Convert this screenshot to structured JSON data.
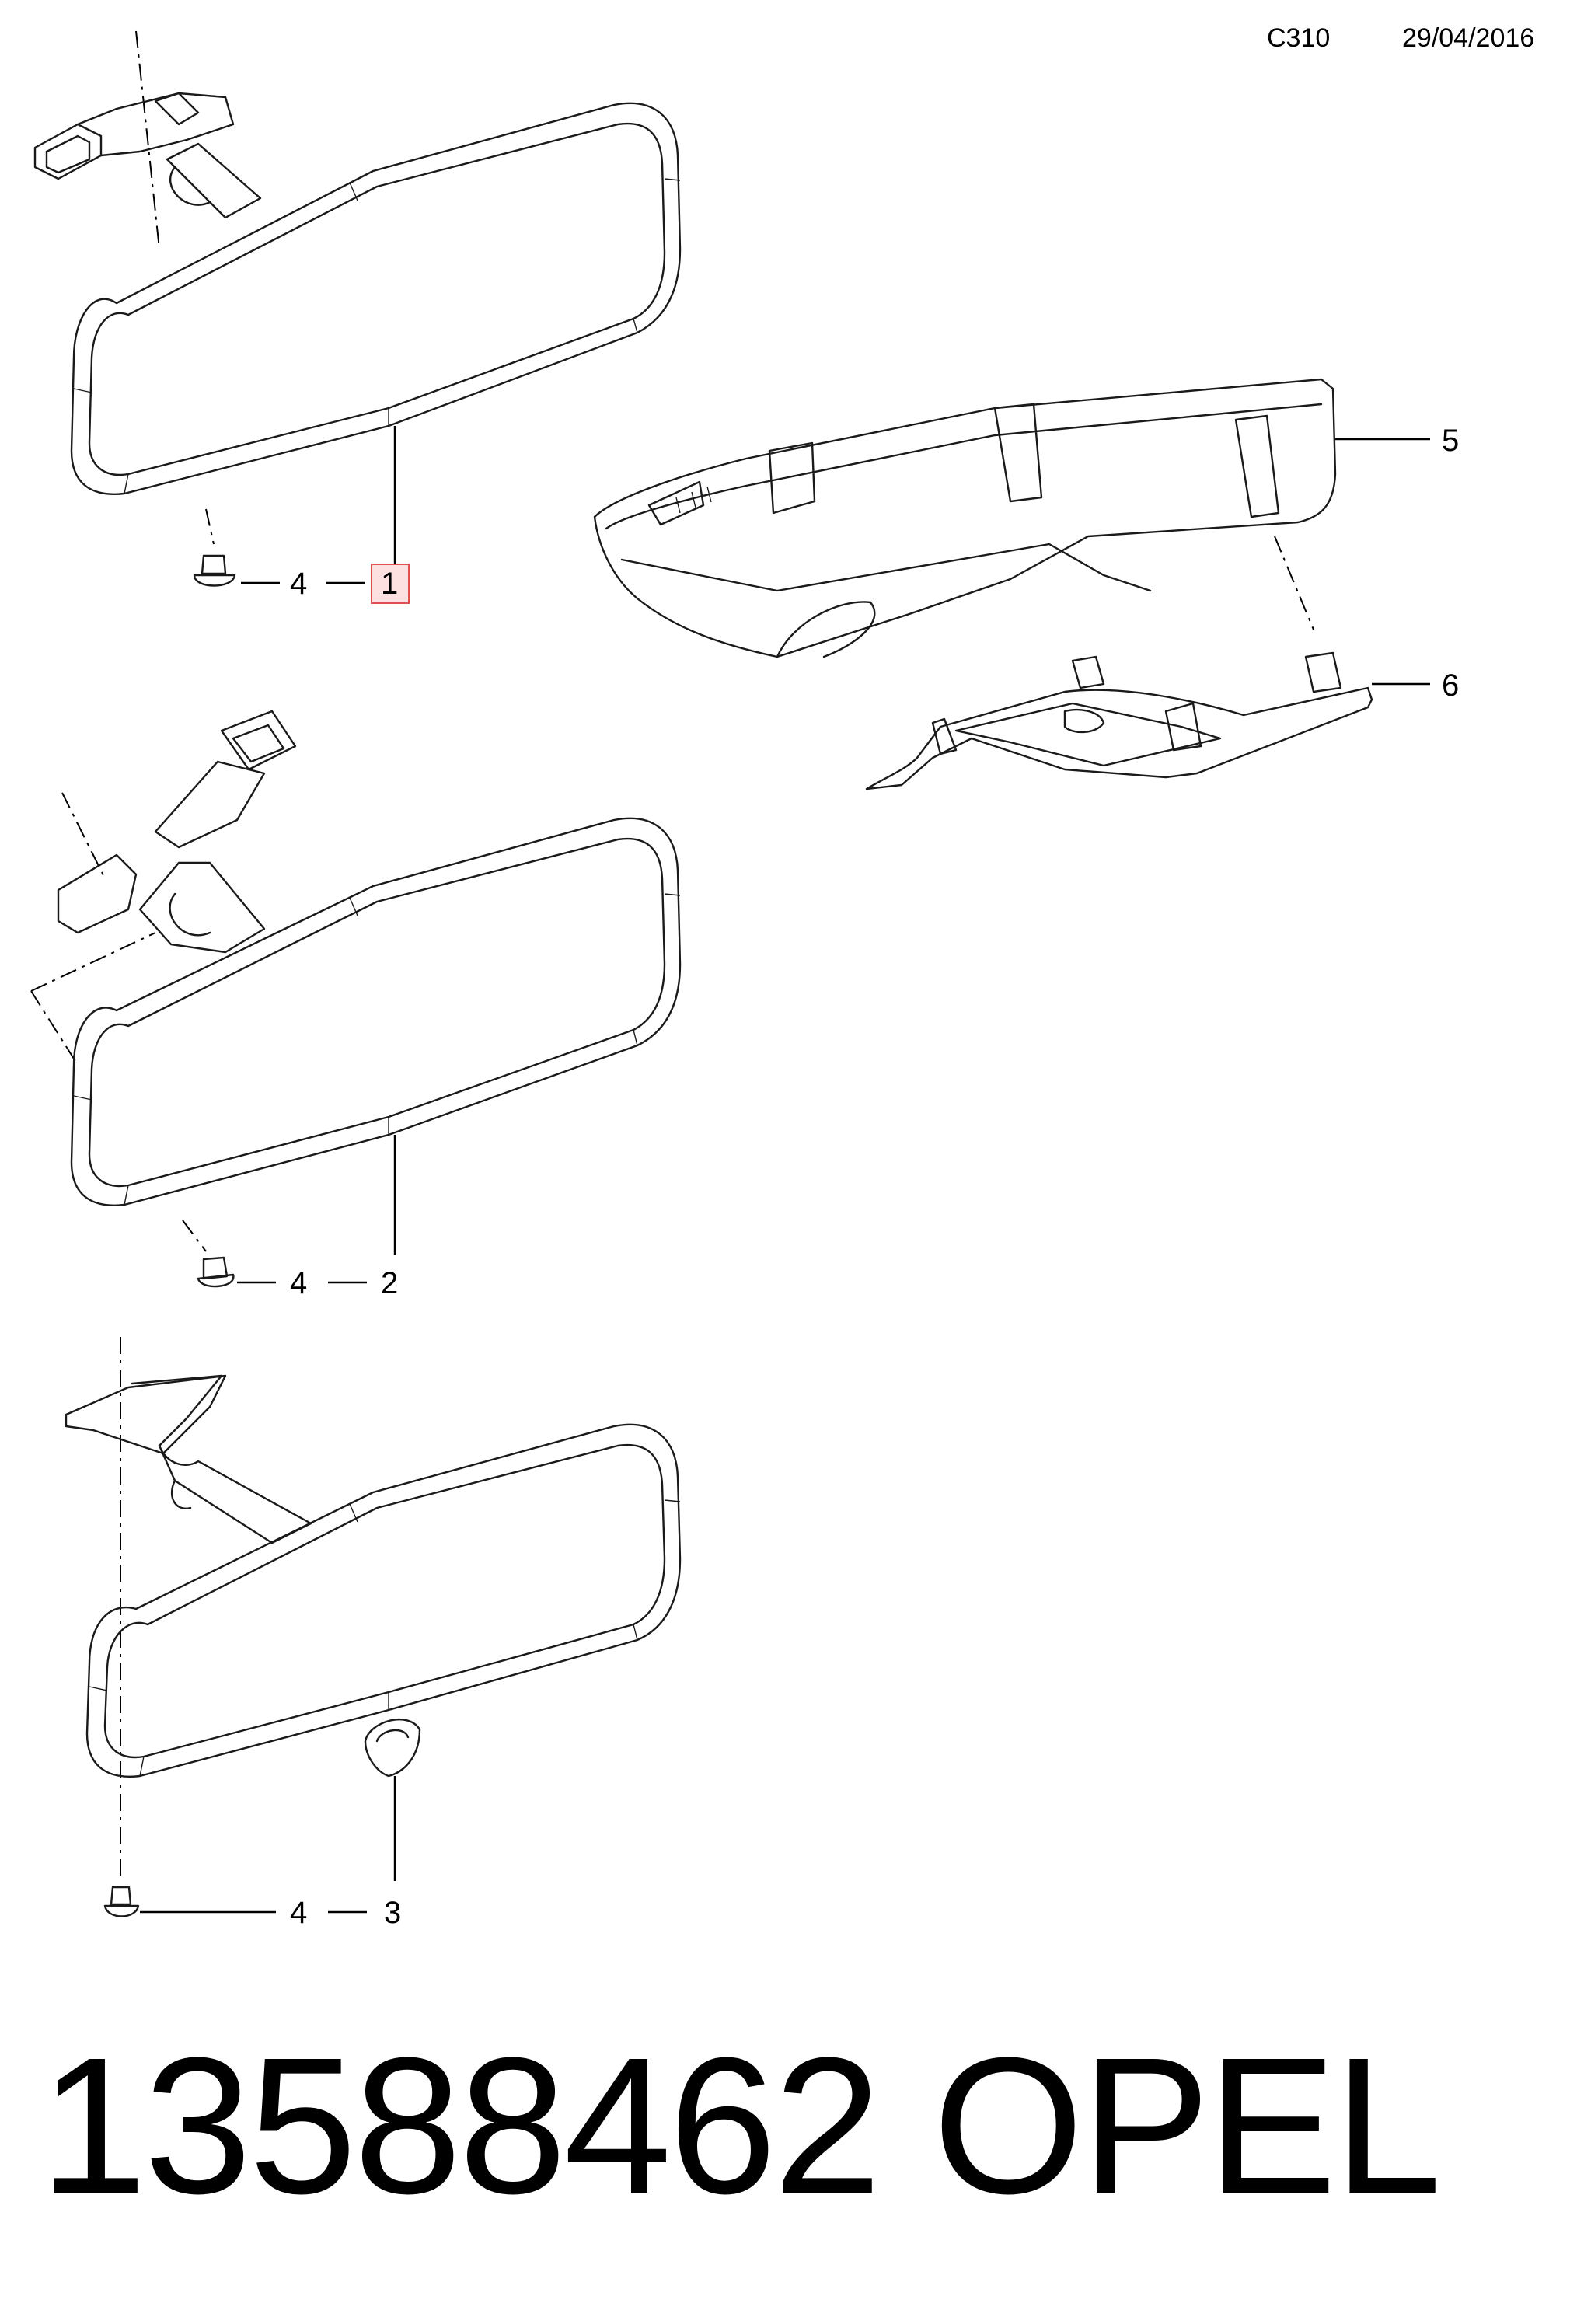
{
  "header": {
    "code": "C310",
    "date": "29/04/2016"
  },
  "callouts": {
    "c1": "1",
    "c2": "2",
    "c3": "3",
    "c4a": "4",
    "c4b": "4",
    "c4c": "4",
    "c5": "5",
    "c6": "6"
  },
  "footer": {
    "part_number": "13588462",
    "brand": "OPEL"
  },
  "colors": {
    "highlight_fill": "#fde0e0",
    "highlight_stroke": "#e05050"
  }
}
